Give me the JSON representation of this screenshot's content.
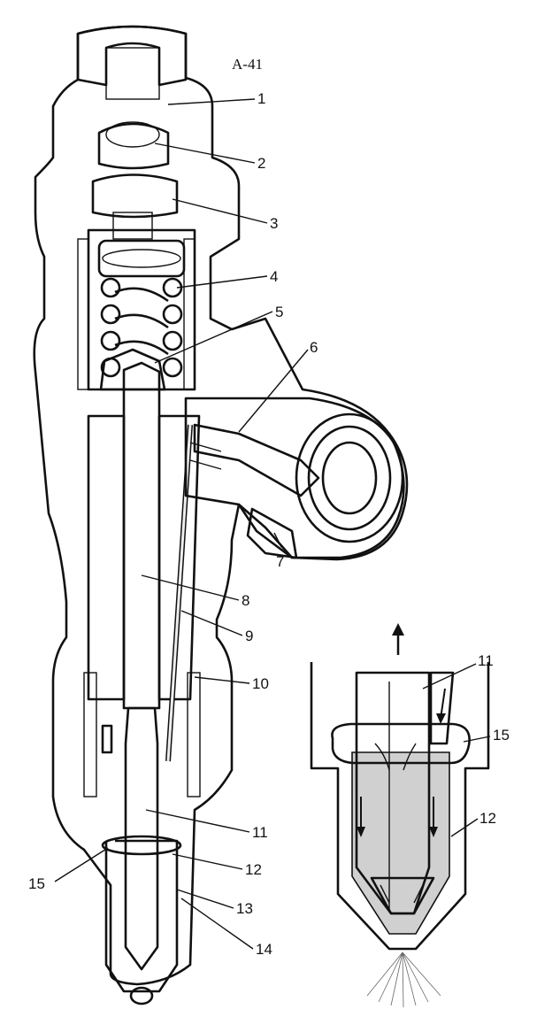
{
  "figure_code": "A-41",
  "callouts": [
    {
      "id": "1",
      "text": "1"
    },
    {
      "id": "2",
      "text": "2"
    },
    {
      "id": "3",
      "text": "3"
    },
    {
      "id": "4",
      "text": "4"
    },
    {
      "id": "5",
      "text": "5"
    },
    {
      "id": "6",
      "text": "6"
    },
    {
      "id": "7",
      "text": "7"
    },
    {
      "id": "8",
      "text": "8"
    },
    {
      "id": "9",
      "text": "9"
    },
    {
      "id": "10",
      "text": "10"
    },
    {
      "id": "11",
      "text": "11"
    },
    {
      "id": "12",
      "text": "12"
    },
    {
      "id": "13",
      "text": "13"
    },
    {
      "id": "14",
      "text": "14"
    },
    {
      "id": "15",
      "text": "15"
    }
  ],
  "detail_callouts": [
    {
      "id": "11",
      "text": "11"
    },
    {
      "id": "15",
      "text": "15"
    },
    {
      "id": "12",
      "text": "12"
    }
  ],
  "colors": {
    "ink": "#111111",
    "shade": "#8a8a8a",
    "dark": "#3a3a3a",
    "light": "#d6d6d6",
    "paper": "#ffffff"
  }
}
